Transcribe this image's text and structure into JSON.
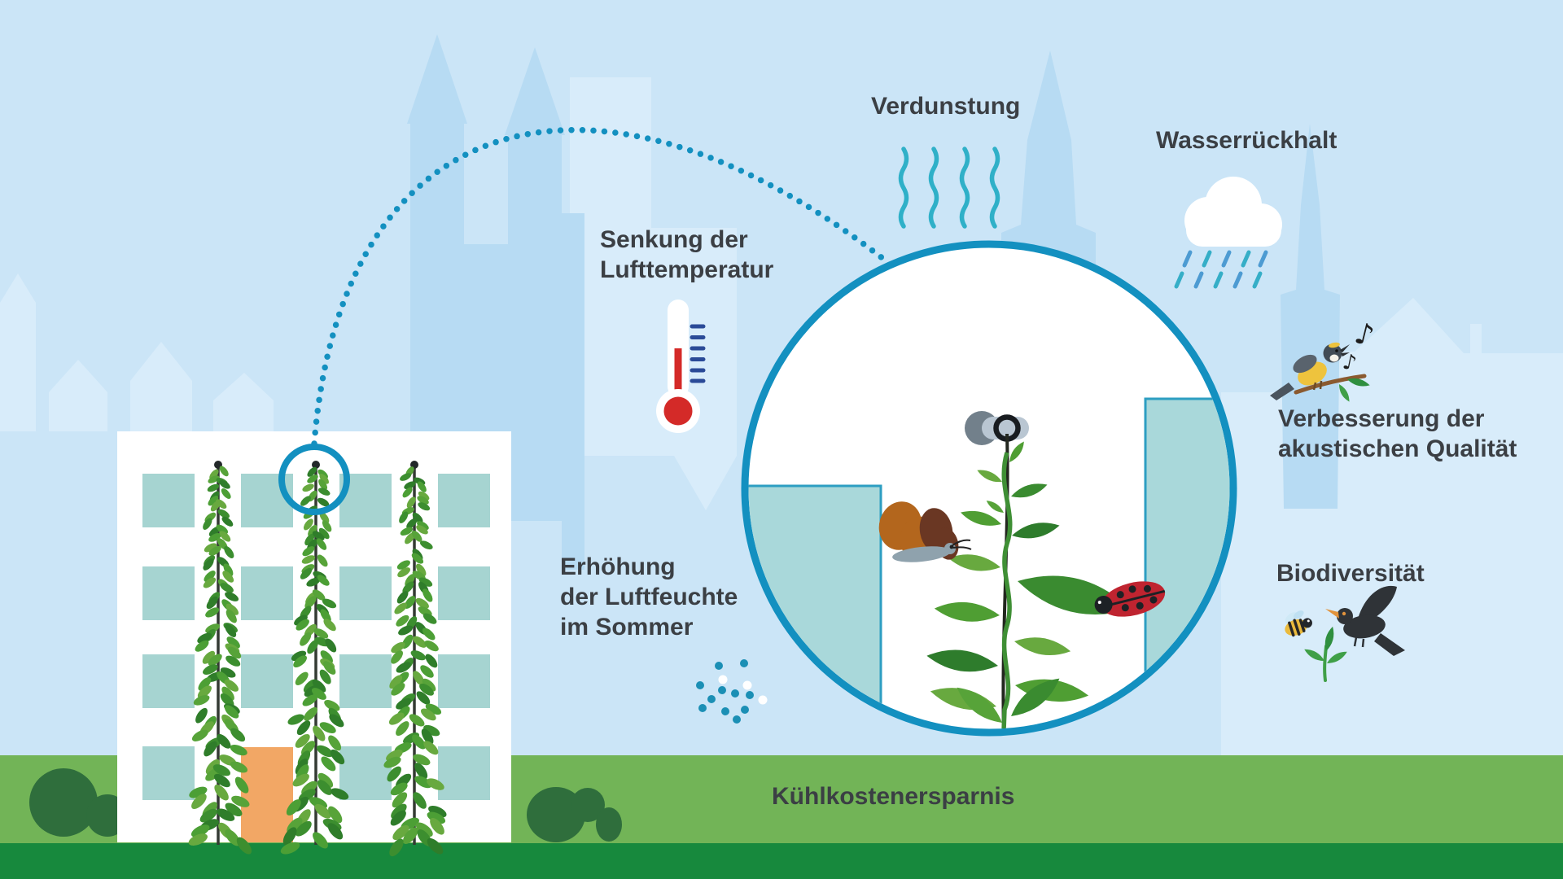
{
  "labels": {
    "evaporation": "Verdunstung",
    "water_retention": "Wasserrückhalt",
    "air_temperature": [
      "Senkung der",
      "Lufttemperatur"
    ],
    "humidity": [
      "Erhöhung",
      "der Luftfeuchte",
      "im Sommer"
    ],
    "acoustics": [
      "Verbesserung der",
      "akustischen Qualität"
    ],
    "biodiversity": "Biodiversität",
    "cooling_cost_savings": "Kühlkostenersparnis"
  },
  "glyphs": {
    "music_note": "♪"
  },
  "colors": {
    "sky": "#cbe5f7",
    "skyline_light": "#d8ecfa",
    "skyline_mid": "#b7dbf3",
    "accent_teal": "#1390c0",
    "wave_teal": "#2fb0c8",
    "text": "#3b3f44",
    "grass_light": "#72b457",
    "grass_dark": "#17893d",
    "bush_green": "#2f6e3c",
    "window_teal": "#a6d4d1",
    "door_orange": "#f2a765",
    "wall_section_teal": "#a9d8da",
    "thermometer_red": "#d42a28",
    "tick_blue": "#2a4a97",
    "cloud_white": "#ffffff"
  },
  "icons": {
    "evaporation_waves_icon": "wavy vertical steam lines",
    "rain_cloud_icon": "white cloud with rain dashes",
    "thermometer_icon": "thermometer with red bulb and scale ticks",
    "humidity_dots_icon": "scatter of teal and white dots",
    "singing_bird_icon": "great tit singing on a branch",
    "music_notes_icon": "eighth notes",
    "bee_icon": "flying bee",
    "blackbird_icon": "flying blackbird",
    "sprout_icon": "young plant sprout",
    "butterfly_icon": "butterfly",
    "ladybug_icon": "ladybird beetle on leaf",
    "climbing_plant_icon": "climbing plant on cable with wall anchor",
    "magnifier_circle_icon": "zoom detail circle",
    "highlight_circle_icon": "small highlight ring on facade",
    "dotted_arc_icon": "dotted connector arc",
    "green_facade_building_icon": "building with climbing green facade"
  }
}
